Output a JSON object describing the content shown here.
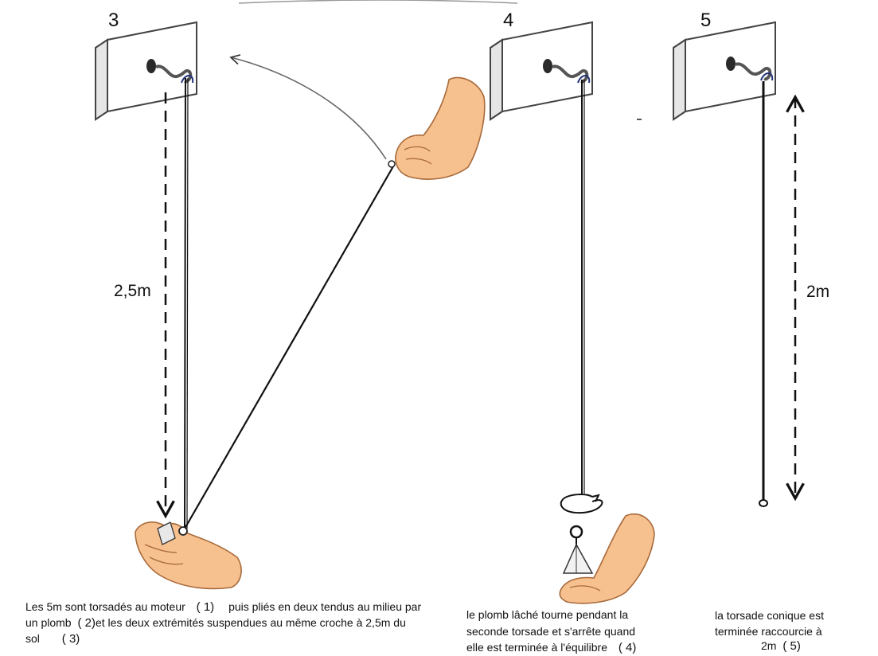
{
  "steps": [
    {
      "number": "3",
      "measure": "2,5m",
      "caption": {
        "l1": "Les 5m  sont   torsadés au moteur",
        "r1": "( 1)",
        "l1b": "puis pliés en deux tendus au milieu par",
        "l2a": "un plomb",
        "r2": "( 2)",
        "l2b": "et les deux extrémités suspendues au même croche à 2,5m du",
        "l3": "sol",
        "r3": "( 3)"
      }
    },
    {
      "number": "4",
      "caption": {
        "l1": "le plomb lâché tourne pendant la",
        "l2": "seconde torsade et s'arrête quand",
        "l3": "elle est  terminée à l'équilibre",
        "r3": "( 4)"
      }
    },
    {
      "number": "5",
      "measure": "2m",
      "caption": {
        "l1": "la torsade conique est",
        "l2": "terminée  raccourcie à",
        "l3": "2m",
        "r3": "( 5)"
      }
    }
  ],
  "colors": {
    "board": "#ffffff",
    "board_edge": "#444444",
    "hand": "#f7c08f",
    "hand_outline": "#a86a3a",
    "line": "#111111",
    "hook": "#2a2a2a"
  }
}
